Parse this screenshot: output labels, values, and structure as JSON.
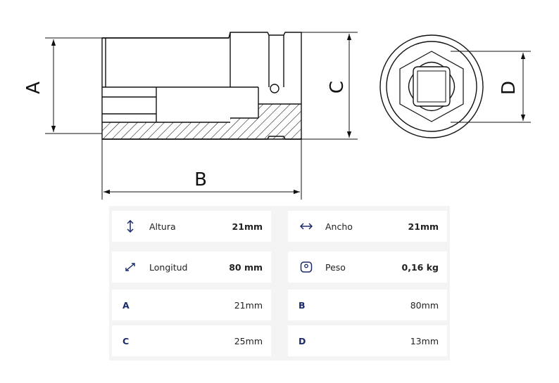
{
  "drawing": {
    "labels": {
      "a": "A",
      "b": "B",
      "c": "C",
      "d": "D"
    }
  },
  "specs": {
    "accent_color": "#1b2a6b",
    "rows": [
      {
        "left": {
          "icon": "vertical-arrows-icon",
          "label": "Altura",
          "value": "21mm"
        },
        "right": {
          "icon": "horizontal-arrows-icon",
          "label": "Ancho",
          "value": "21mm"
        }
      },
      {
        "left": {
          "icon": "diagonal-arrows-icon",
          "label": "Longitud",
          "value": "80 mm"
        },
        "right": {
          "icon": "weight-icon",
          "label": "Peso",
          "value": "0,16 kg"
        }
      },
      {
        "left": {
          "letter": "A",
          "value": "21mm"
        },
        "right": {
          "letter": "B",
          "value": "80mm"
        }
      },
      {
        "left": {
          "letter": "C",
          "value": "25mm"
        },
        "right": {
          "letter": "D",
          "value": "13mm"
        }
      }
    ]
  }
}
